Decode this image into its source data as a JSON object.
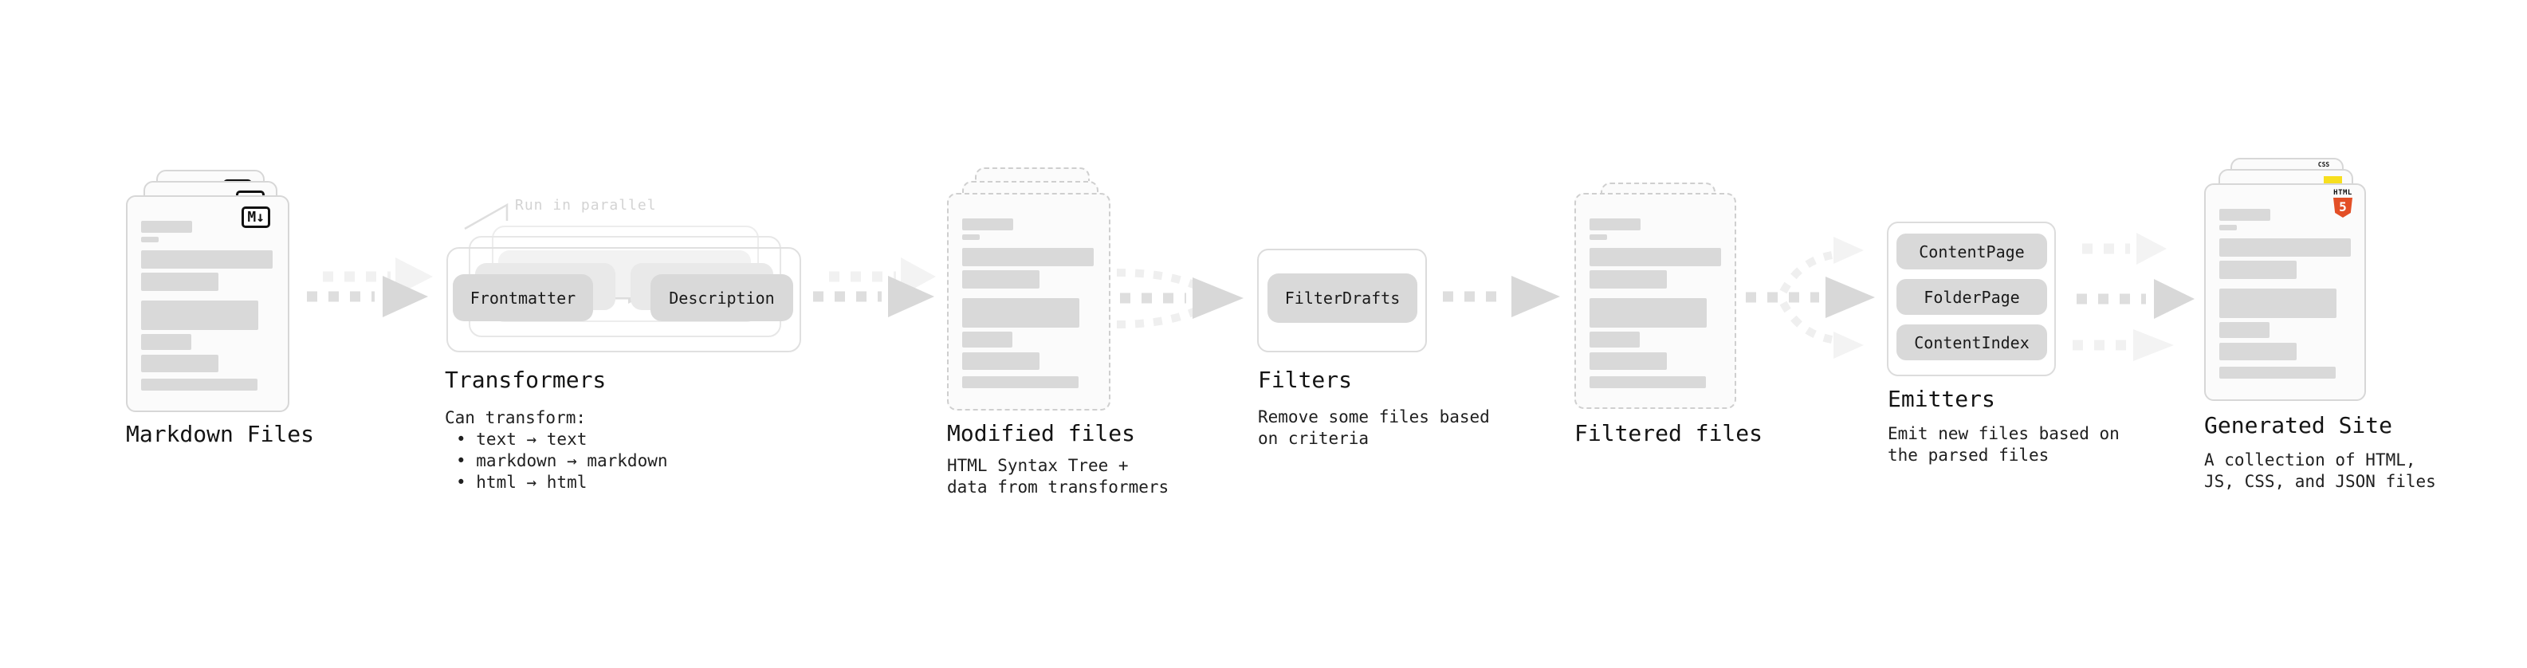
{
  "diagram": {
    "nodes": {
      "markdown_files": {
        "label": "Markdown Files"
      },
      "transformers": {
        "label": "Transformers",
        "callout": "Run in parallel",
        "pills": [
          "Frontmatter",
          "Description"
        ],
        "desc_title": "Can transform:",
        "bullets": [
          "• text → text",
          "• markdown → markdown",
          "• html → html"
        ]
      },
      "modified_files": {
        "label": "Modified files",
        "desc": [
          "HTML Syntax Tree +",
          "data from transformers"
        ]
      },
      "filters": {
        "label": "Filters",
        "pills": [
          "FilterDrafts"
        ],
        "desc": [
          "Remove some files based",
          "on criteria"
        ]
      },
      "filtered_files": {
        "label": "Filtered files"
      },
      "emitters": {
        "label": "Emitters",
        "pills": [
          "ContentPage",
          "FolderPage",
          "ContentIndex"
        ],
        "desc": [
          "Emit new files based on",
          "the parsed files"
        ]
      },
      "generated_site": {
        "label": "Generated Site",
        "desc": [
          "A collection of HTML,",
          "JS, CSS, and JSON files"
        ]
      }
    },
    "badges": {
      "markdown": "M↓",
      "html5_label": "HTML",
      "html5_number": "5",
      "css": "CSS"
    },
    "colors": {
      "html5_orange": "#e34f26",
      "js_yellow": "#f7df1e",
      "css_blue": "#2962ff",
      "pill_gray": "#d9d9d9",
      "bar_gray": "#d9d9d9",
      "arrow_gray": "#dedede"
    }
  }
}
